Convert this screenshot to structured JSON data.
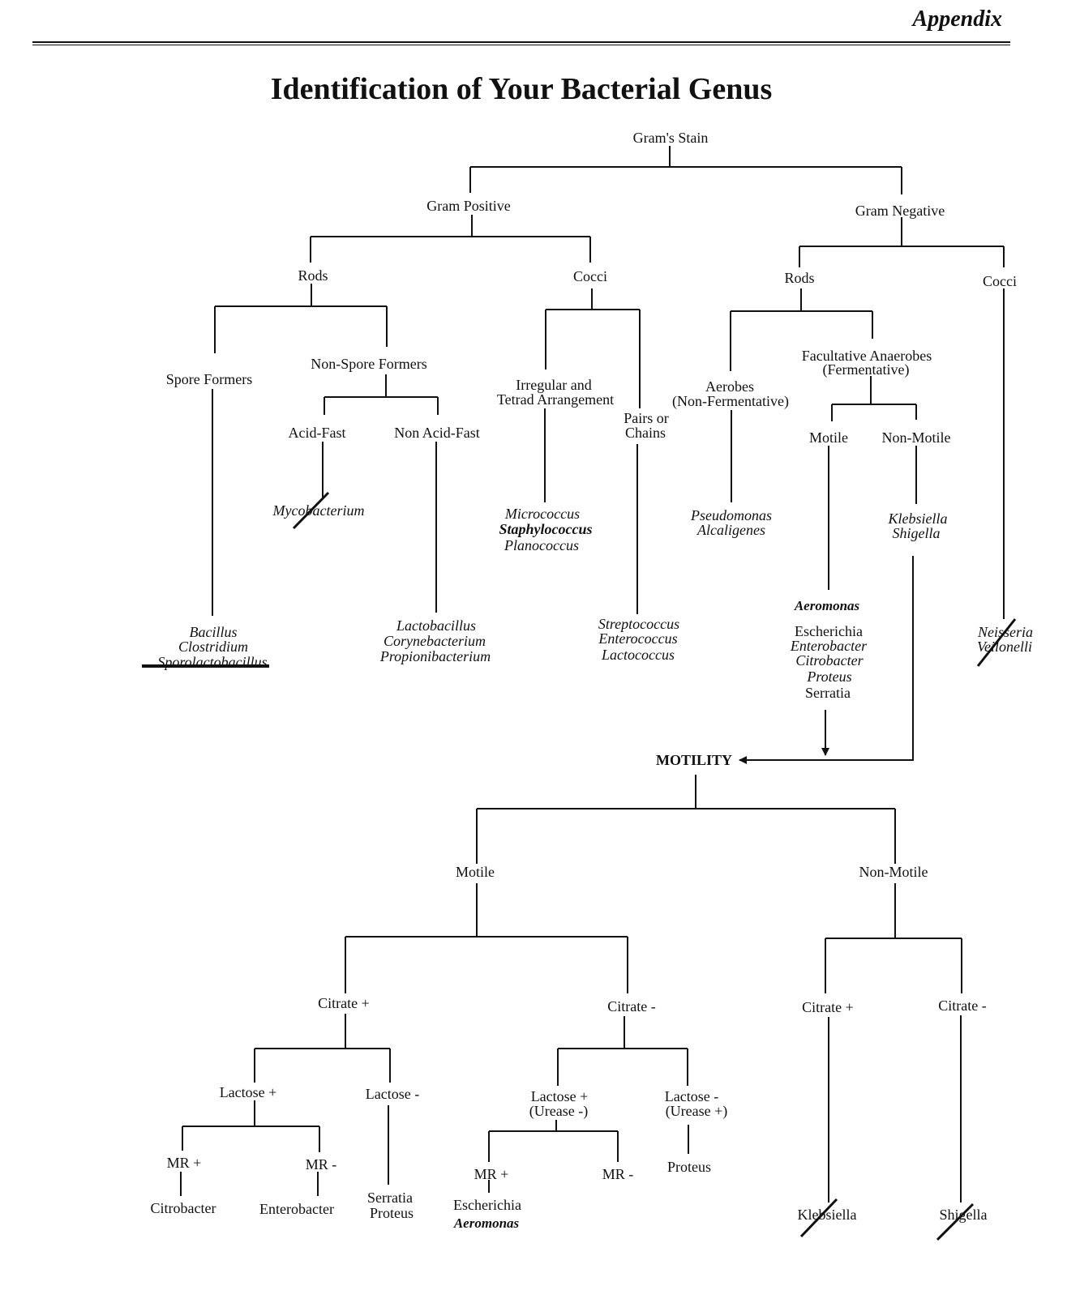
{
  "header": {
    "label": "Appendix"
  },
  "title": "Identification of Your Bacterial Genus",
  "nodes": {
    "grams_stain": "Gram's Stain",
    "gram_positive": "Gram Positive",
    "gram_negative": "Gram Negative",
    "gp_rods": "Rods",
    "gp_cocci": "Cocci",
    "gn_rods": "Rods",
    "gn_cocci": "Cocci",
    "spore_formers": "Spore Formers",
    "non_spore_formers": "Non-Spore Formers",
    "acid_fast": "Acid-Fast",
    "non_acid_fast": "Non Acid-Fast",
    "irregular_1": "Irregular and",
    "irregular_2": "Tetrad Arrangement",
    "pairs_1": "Pairs or",
    "pairs_2": "Chains",
    "aerobes_1": "Aerobes",
    "aerobes_2": "(Non-Fermentative)",
    "facultative_1": "Facultative Anaerobes",
    "facultative_2": "(Fermentative)",
    "gn_motile": "Motile",
    "gn_non_motile": "Non-Motile",
    "motility": "MOTILITY",
    "m_motile": "Motile",
    "m_non_motile": "Non-Motile",
    "m_citrate_pos": "Citrate +",
    "m_citrate_neg": "Citrate -",
    "nm_citrate_pos": "Citrate +",
    "nm_citrate_neg": "Citrate -",
    "cp_lactose_pos": "Lactose +",
    "cp_lactose_neg": "Lactose -",
    "cn_lactose_pos_1": "Lactose +",
    "cn_lactose_pos_2": "(Urease -)",
    "cn_lactose_neg_1": "Lactose -",
    "cn_lactose_neg_2": "(Urease +)",
    "cp_mr_pos": "MR +",
    "cp_mr_neg": "MR -",
    "cn_mr_pos": "MR +",
    "cn_mr_neg": "MR -"
  },
  "genera": {
    "bacillus": "Bacillus",
    "clostridium": "Clostridium",
    "sporolactobacillus": "Sporolactobacillus",
    "mycobacterium": "Mycobacterium",
    "lactobacillus": "Lactobacillus",
    "corynebacterium": "Corynebacterium",
    "propionibacterium": "Propionibacterium",
    "micrococcus": "Micrococcus",
    "staphylococcus": "Staphylococcus",
    "planococcus": "Planococcus",
    "streptococcus": "Streptococcus",
    "enterococcus": "Enterococcus",
    "lactococcus": "Lactococcus",
    "pseudomonas": "Pseudomonas",
    "alcaligenes": "Alcaligenes",
    "klebsiella": "Klebsiella",
    "shigella": "Shigella",
    "aeromonas": "Aeromonas",
    "escherichia": "Escherichia",
    "enterobacter": "Enterobacter",
    "citrobacter": "Citrobacter",
    "proteus": "Proteus",
    "serratia": "Serratia",
    "neisseria": "Neisseria",
    "veillonella": "Veilonelli",
    "citrobacter_leaf": "Citrobacter",
    "enterobacter_leaf": "Enterobacter",
    "serratia_leaf": "Serratia",
    "proteus_leaf": "Proteus",
    "proteus_urease": "Proteus",
    "escherichia_leaf": "Escherichia",
    "aeromonas_leaf": "Aeromonas",
    "klebsiella_leaf": "Klebsiella",
    "shigella_leaf": "Shigella"
  }
}
